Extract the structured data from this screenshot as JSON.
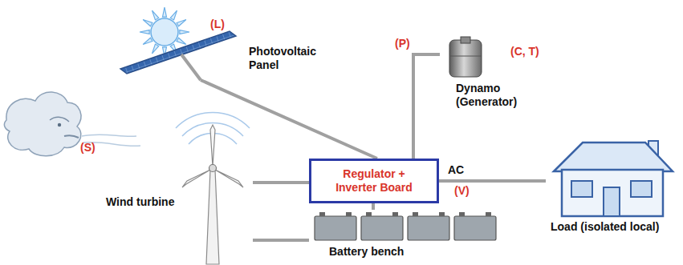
{
  "diagram": {
    "nodes": [
      {
        "text": [
          "Photovoltaic Panel"
        ]
      },
      {
        "text": [
          "Dynamo (Generator)"
        ]
      },
      {
        "text": [
          "Wind turbine"
        ]
      },
      {
        "text": [
          "Regulator + Inverter Board"
        ]
      },
      {
        "text": [
          "Load (isolated local)"
        ]
      },
      {
        "text": [
          "Battery bench"
        ]
      }
    ],
    "edges": [
      {
        "from": 0,
        "to": 3,
        "arrow": "none"
      },
      {
        "from": 1,
        "to": 3,
        "arrow": "none"
      },
      {
        "from": 2,
        "to": 3,
        "arrow": "none"
      },
      {
        "from": 3,
        "to": 4,
        "label": "AC",
        "arrow": "none"
      },
      {
        "from": 5,
        "to": 3,
        "arrow": "none"
      },
      {
        "from": 2,
        "to": 5,
        "arrow": "none"
      }
    ],
    "labels": [
      "(L)",
      "(S)",
      "(P)",
      "(C, T)",
      "(V)"
    ]
  }
}
